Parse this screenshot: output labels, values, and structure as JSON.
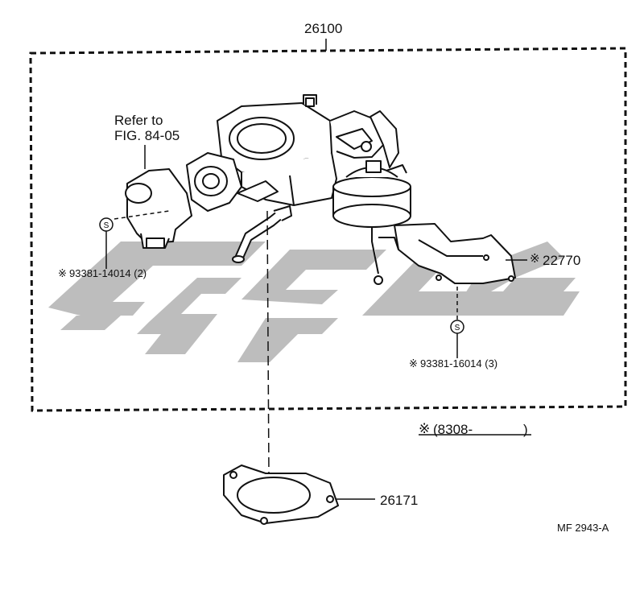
{
  "labels": {
    "assembly_part": "26100",
    "refer_line1": "Refer to",
    "refer_line2": "FIG. 84-05",
    "bracket_part": "22770",
    "bolt_left": "93381-14014 (2)",
    "bolt_right": "93381-16014 (3)",
    "date_code": "(8308-",
    "date_close": ")",
    "gasket_part": "26171",
    "figure_code": "MF 2943-A",
    "mark": "※",
    "s_symbol": "S"
  },
  "watermark_color": "#bdbdbd",
  "line_color": "#111111"
}
